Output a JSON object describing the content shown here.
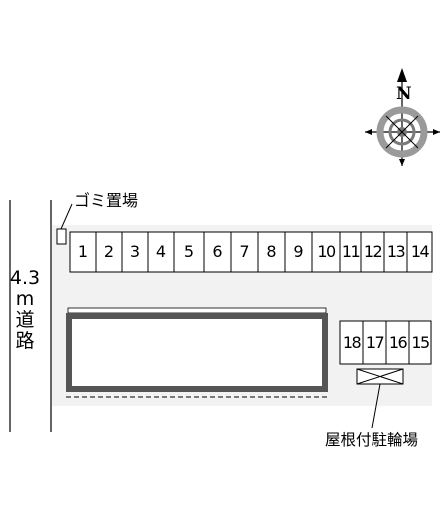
{
  "compass": {
    "north_label": "N",
    "icon": "compass-rose-icon"
  },
  "road": {
    "width_value": "4.3",
    "unit": "m",
    "name_chars": [
      "道",
      "路"
    ]
  },
  "labels": {
    "garbage": "ゴミ置場",
    "bicycle_parking": "屋根付駐輪場"
  },
  "parking_top": [
    "1",
    "2",
    "3",
    "4",
    "5",
    "6",
    "7",
    "8",
    "9",
    "10",
    "11",
    "12",
    "13",
    "14"
  ],
  "parking_right": [
    "18",
    "17",
    "16",
    "15"
  ]
}
